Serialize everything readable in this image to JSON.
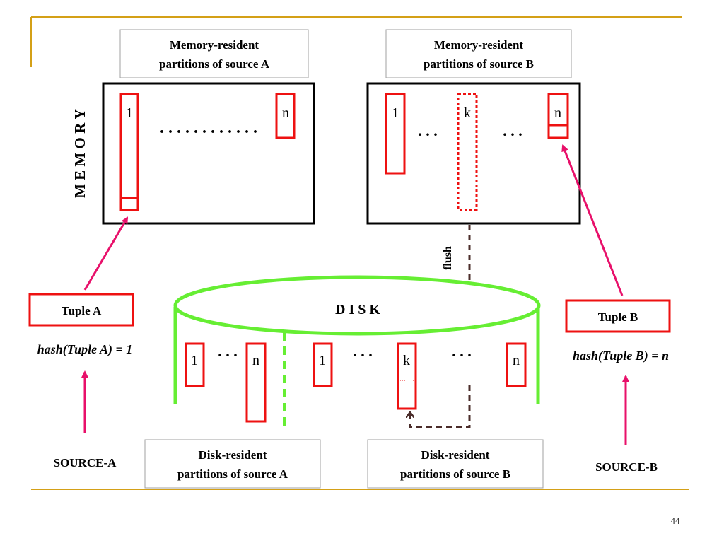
{
  "labels": {
    "mem_a_caption_line1": "Memory-resident",
    "mem_a_caption_line2": "partitions of  source A",
    "mem_b_caption_line1": "Memory-resident",
    "mem_b_caption_line2": "partitions of  source B",
    "memory_vertical": "M E M O R Y",
    "disk": "D I S K",
    "flush": "flush",
    "tuple_a": "Tuple A",
    "tuple_b": "Tuple B",
    "hash_a": "hash(Tuple A) = 1",
    "hash_b": "hash(Tuple B) = n",
    "source_a": "SOURCE-A",
    "source_b": "SOURCE-B",
    "disk_a_caption_line1": "Disk-resident",
    "disk_a_caption_line2": "partitions of  source A",
    "disk_b_caption_line1": "Disk-resident",
    "disk_b_caption_line2": "partitions of  source B",
    "page_number": "44",
    "mem_a_part_first": "1",
    "mem_a_part_last": "n",
    "mem_a_dots": ". . . . . . . . . . . .",
    "mem_b_part_first": "1",
    "mem_b_part_k": "k",
    "mem_b_part_last": "n",
    "mem_b_dots_left": ". . .",
    "mem_b_dots_right": ". . .",
    "disk_a_part_first": "1",
    "disk_a_part_last": "n",
    "disk_a_dots": ". . .",
    "disk_b_part_first": "1",
    "disk_b_part_k": "k",
    "disk_b_part_last": "n",
    "disk_b_dots_left": ". . .",
    "disk_b_dots_right": ". . ."
  },
  "colors": {
    "frame_gold": "#D4A017",
    "partition_red": "#EE1111",
    "arrow_pink": "#E8106A",
    "disk_green": "#66EE33",
    "flush_dark": "#4A2C2A",
    "text_black": "#000000"
  }
}
